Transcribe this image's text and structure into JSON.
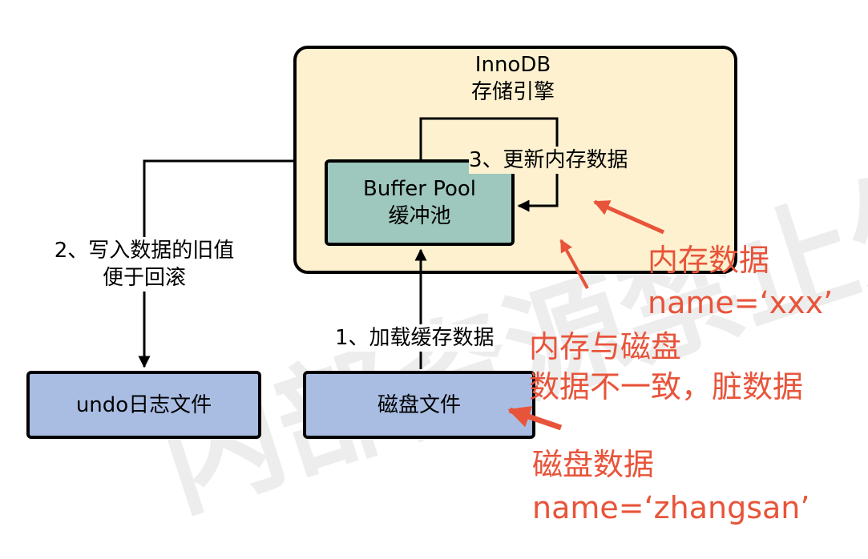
{
  "colors": {
    "engine_fill": "#fdf1cf",
    "buffer_fill": "#9ec7bd",
    "file_fill": "#a9bde3",
    "annotation": "#e8543a",
    "line": "#000000"
  },
  "engine": {
    "title": "InnoDB",
    "subtitle": "存储引擎"
  },
  "buffer_pool": {
    "title": "Buffer Pool",
    "subtitle": "缓冲池"
  },
  "undo_file": {
    "label": "undo日志文件"
  },
  "disk_file": {
    "label": "磁盘文件"
  },
  "steps": {
    "load": "1、加载缓存数据",
    "write_old_line1": "2、写入数据的旧值",
    "write_old_line2": "便于回滚",
    "update": "3、更新内存数据"
  },
  "annotations": {
    "memory_title": "内存数据",
    "memory_value": "name=‘xxx’",
    "mismatch_line1": "内存与磁盘",
    "mismatch_line2": "数据不一致，脏数据",
    "disk_title": "磁盘数据",
    "disk_value": "name=‘zhangsan’"
  },
  "watermark": "内部资源禁止外"
}
